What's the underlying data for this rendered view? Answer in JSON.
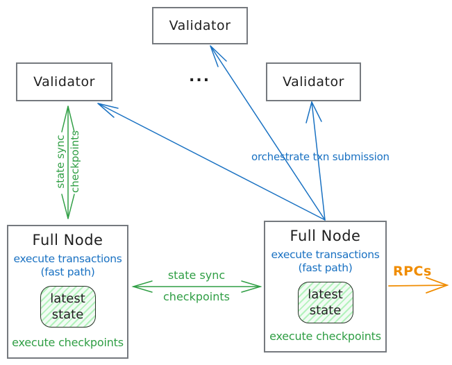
{
  "colors": {
    "blue": "#1971c2",
    "green": "#2f9e44",
    "orange": "#f08c00",
    "ink": "#1e1e1e",
    "border_gray": "#75797e",
    "hatch_green": "#b2f2bb"
  },
  "validators": {
    "top": {
      "label": "Validator"
    },
    "left": {
      "label": "Validator"
    },
    "right": {
      "label": "Validator"
    },
    "ellipsis": "..."
  },
  "full_nodes": {
    "left": {
      "title": "Full Node",
      "execute_transactions": "execute transactions",
      "fast_path": "(fast path)",
      "latest_state_line1": "latest",
      "latest_state_line2": "state",
      "execute_checkpoints": "execute checkpoints"
    },
    "right": {
      "title": "Full Node",
      "execute_transactions": "execute transactions",
      "fast_path": "(fast path)",
      "latest_state_line1": "latest",
      "latest_state_line2": "state",
      "execute_checkpoints": "execute checkpoints"
    }
  },
  "edges": {
    "state_sync_left": {
      "line1": "state sync",
      "line2": "checkpoints"
    },
    "state_sync_middle": {
      "line1": "state sync",
      "line2": "checkpoints"
    },
    "orchestrate": "orchestrate txn submission",
    "rpcs": "RPCs"
  }
}
